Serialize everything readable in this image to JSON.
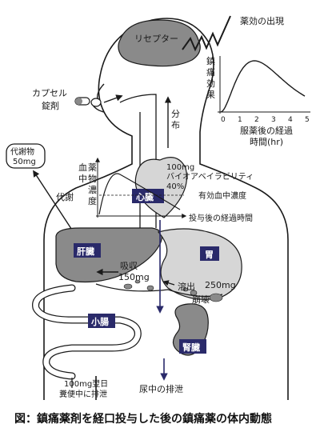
{
  "caption": "図：鎮痛薬剤を経口投与した後の鎮痛薬の体内動態",
  "labels": {
    "receptor": "リセプター",
    "effect_onset": "薬効の出現",
    "capsule": "カプセル",
    "tablet": "錠剤",
    "distribution": "分布",
    "metabolite": "代謝物",
    "metabolite_amount": "50mg",
    "metabolism": "代謝",
    "dose": "100mg",
    "bioavailability": "バイオアベイラビリティ",
    "bioavailability_pct": "40%",
    "heart": "心臓",
    "effective_blood_conc": "有効血中濃度",
    "blood_conc_axis": "血中薬物濃度",
    "time_after_dose": "投与後の経過時間",
    "liver": "肝臓",
    "stomach": "胃",
    "absorption": "吸収",
    "absorption_amount": "150mg",
    "dissolution": "溶出",
    "disintegration": "崩壊",
    "stomach_amount": "250mg",
    "small_intestine": "小腸",
    "kidney": "腎臓",
    "feces_amount": "100mg翌日",
    "feces_excretion": "糞便中に排泄",
    "urine_excretion": "尿中の排泄"
  },
  "inset_graph": {
    "ylabel": "鎮痛効果",
    "xlabel_line1": "服薬後の経過",
    "xlabel_line2": "時間(hr)",
    "x_ticks": [
      "0",
      "1",
      "2",
      "3",
      "4",
      "5"
    ],
    "xlim": [
      0,
      5
    ],
    "peak_time": 2
  },
  "colors": {
    "organ": "#8a8a8a",
    "ink": "#1a1a1a",
    "vessel": "#333366"
  }
}
